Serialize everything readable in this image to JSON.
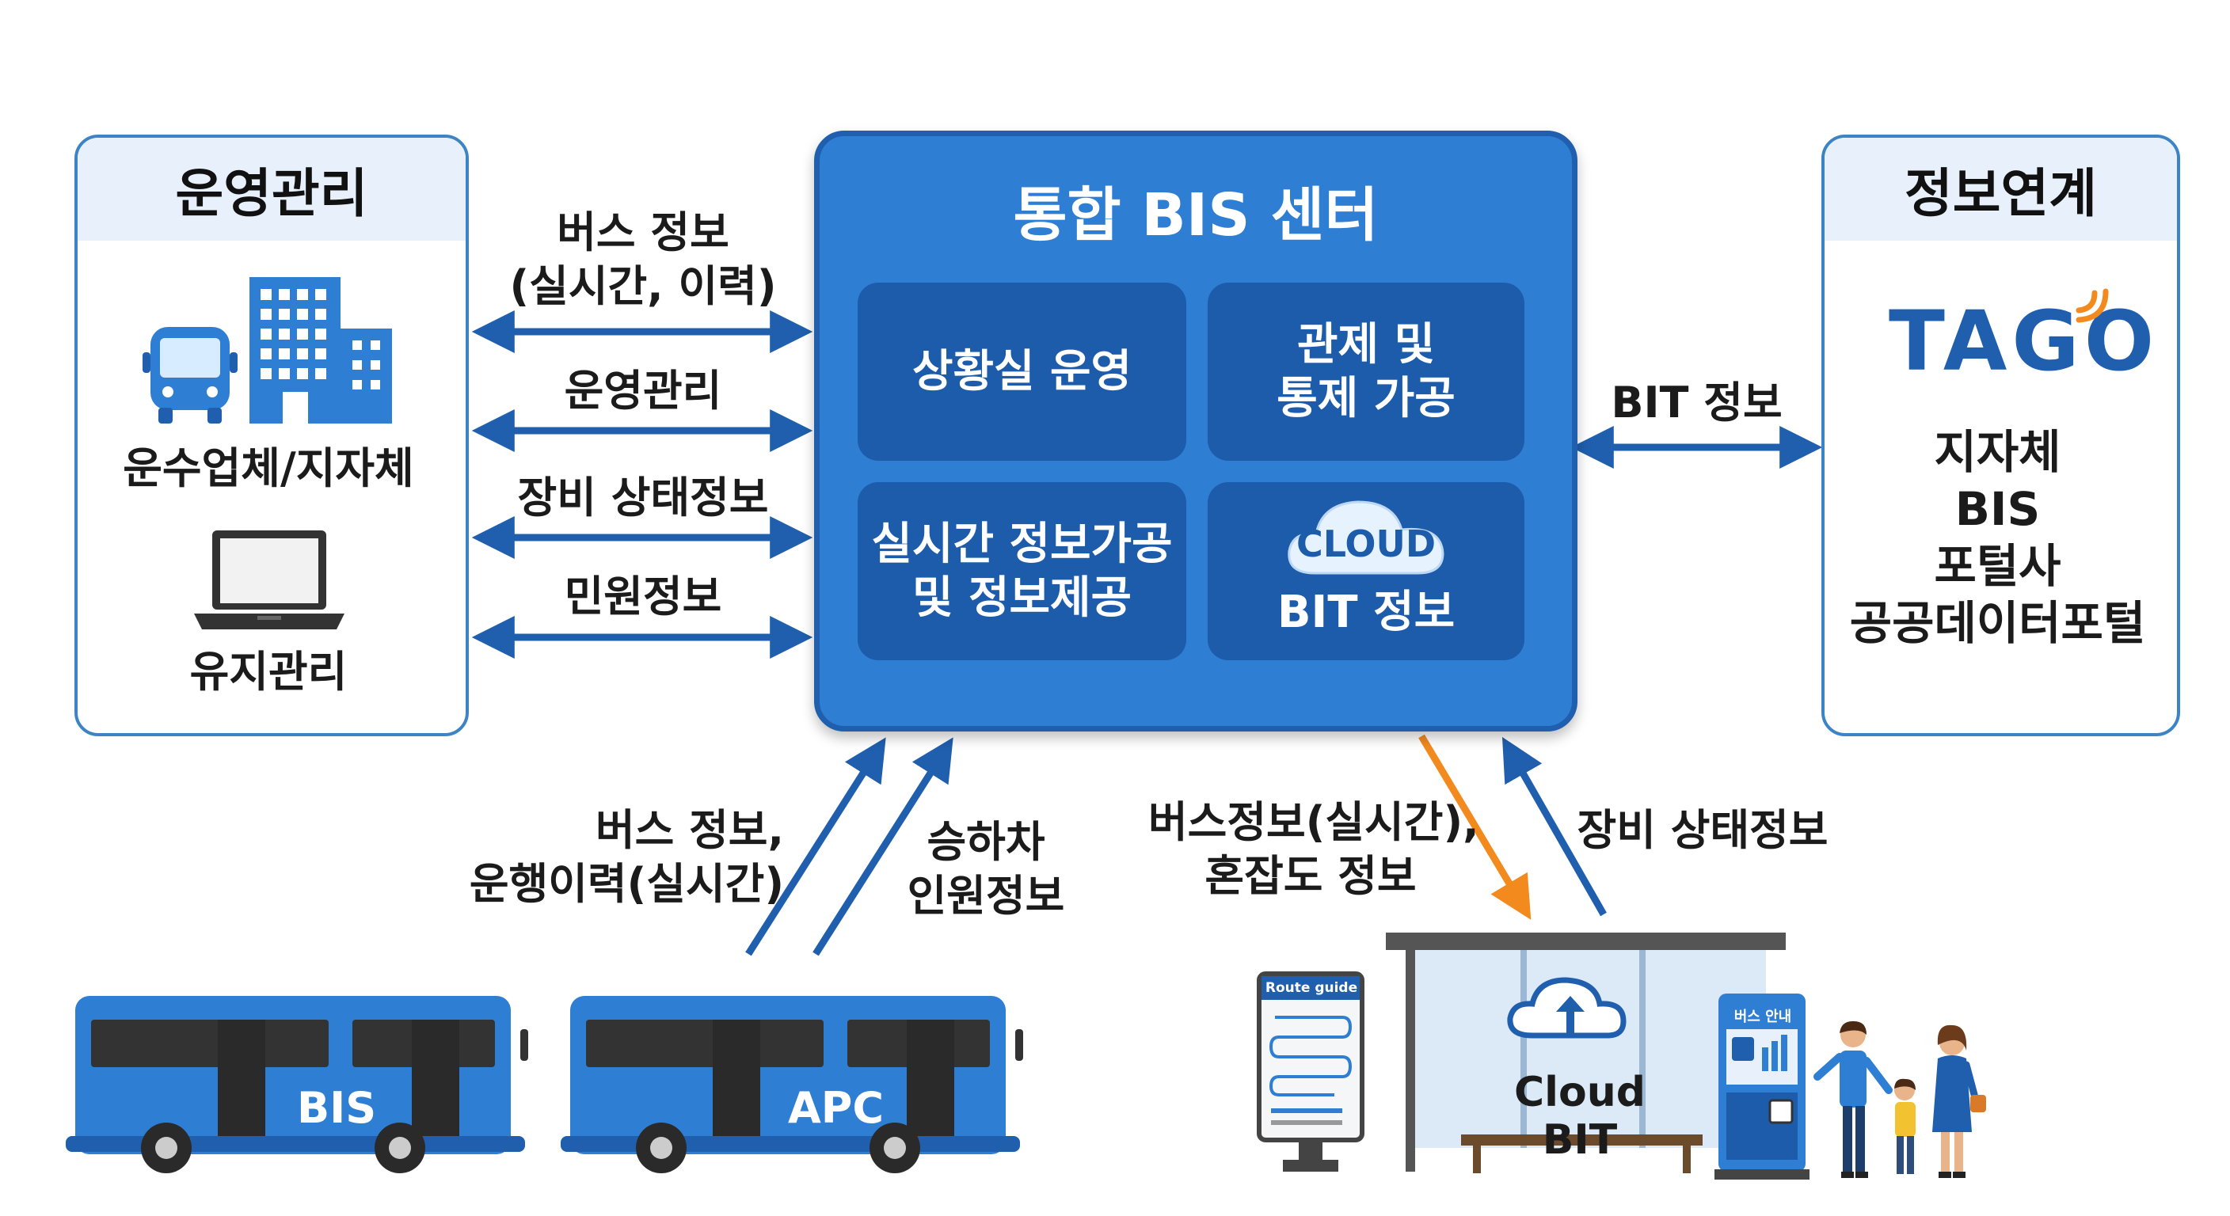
{
  "left_panel": {
    "title": "운영관리",
    "label1": "운수업체/지자체",
    "label2": "유지관리"
  },
  "left_arrows": [
    {
      "label_line1": "버스 정보",
      "label_line2": "(실시간, 이력)"
    },
    {
      "label_line1": "운영관리"
    },
    {
      "label_line1": "장비 상태정보"
    },
    {
      "label_line1": "민원정보"
    }
  ],
  "center": {
    "title": "통합 BIS 센터",
    "cell1": "상황실 운영",
    "cell2_line1": "관제 및",
    "cell2_line2": "통제 가공",
    "cell3_line1": "실시간 정보가공",
    "cell3_line2": "및 정보제공",
    "cell4_cloud": "CLOUD",
    "cell4_label": "BIT 정보"
  },
  "right_arrow": {
    "label": "BIT 정보"
  },
  "right_panel": {
    "title": "정보연계",
    "logo": "TAGO",
    "items": [
      "지자체",
      "BIS",
      "포털사",
      "공공데이터포털"
    ]
  },
  "bottom_left": {
    "flow1_line1": "버스 정보,",
    "flow1_line2": "운행이력(실시간)",
    "flow2_line1": "승하차",
    "flow2_line2": "인원정보",
    "bus1_label": "BIS",
    "bus2_label": "APC"
  },
  "bottom_right": {
    "flow1_line1": "버스정보(실시간),",
    "flow1_line2": "혼잡도 정보",
    "flow2_line1": "장비 상태정보",
    "route_guide": "Route guide",
    "kiosk_title": "버스 안내",
    "shelter_label": "Cloud BIT"
  },
  "colors": {
    "primary_blue": "#2e7fd3",
    "dark_blue": "#1d5bab",
    "arrow_blue": "#1f5fae",
    "orange_arrow": "#f28a1e",
    "panel_border": "#3d84c6"
  }
}
